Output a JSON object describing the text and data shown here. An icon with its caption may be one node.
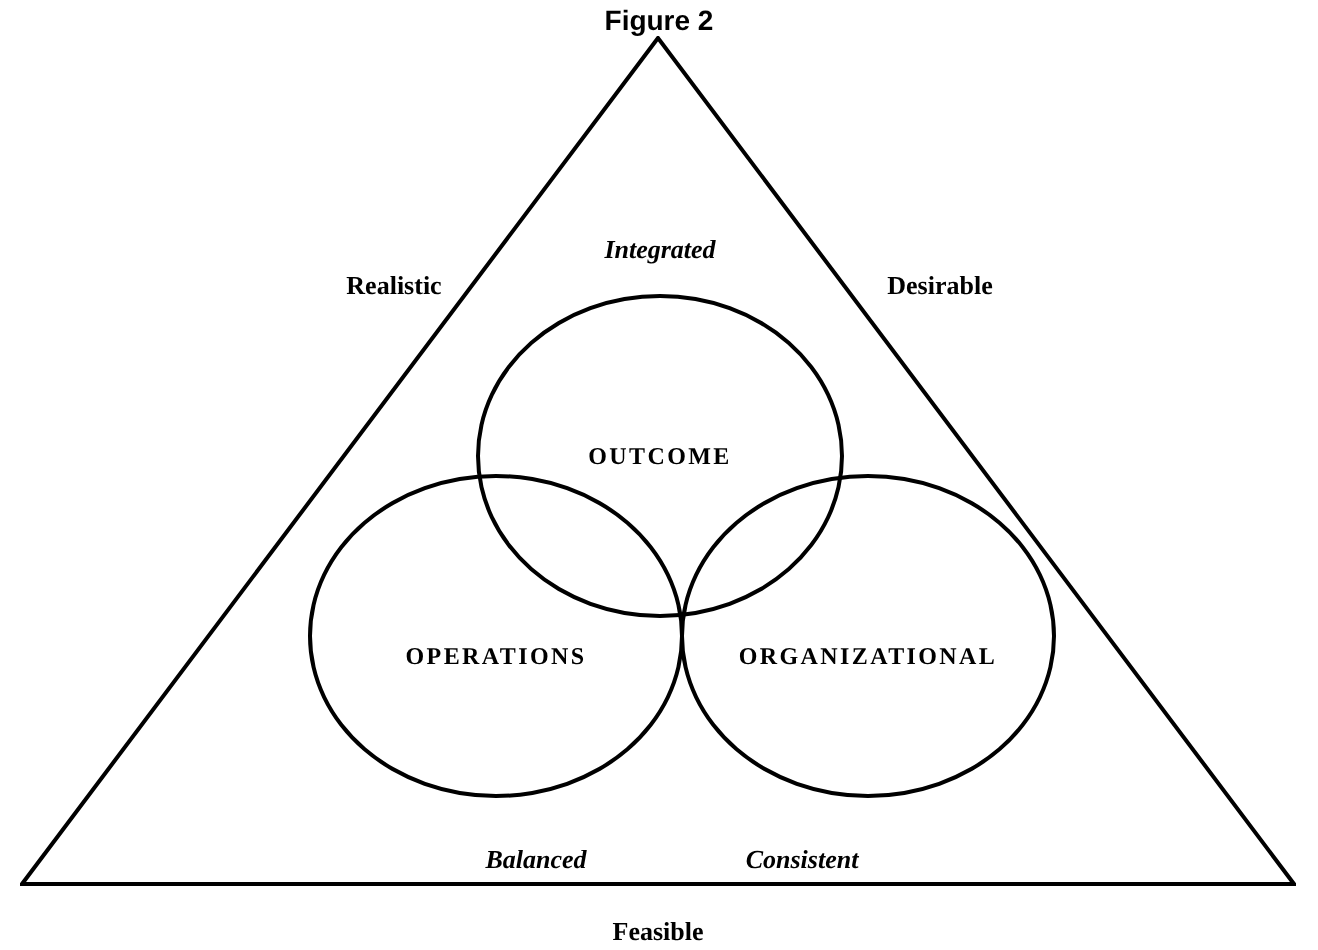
{
  "diagram": {
    "title": "Figure 2",
    "nodes": [
      {
        "text": [],
        "shape": "triangle"
      },
      {
        "text": [
          "OUTCOME"
        ],
        "in": 0
      },
      {
        "text": [
          "OPERATIONS"
        ],
        "in": 0
      },
      {
        "text": [
          "ORGANIZATIONAL"
        ],
        "in": 0
      }
    ],
    "labels": [
      "Realistic",
      "Desirable",
      "Integrated",
      "Balanced",
      "Consistent",
      "Feasible"
    ]
  }
}
